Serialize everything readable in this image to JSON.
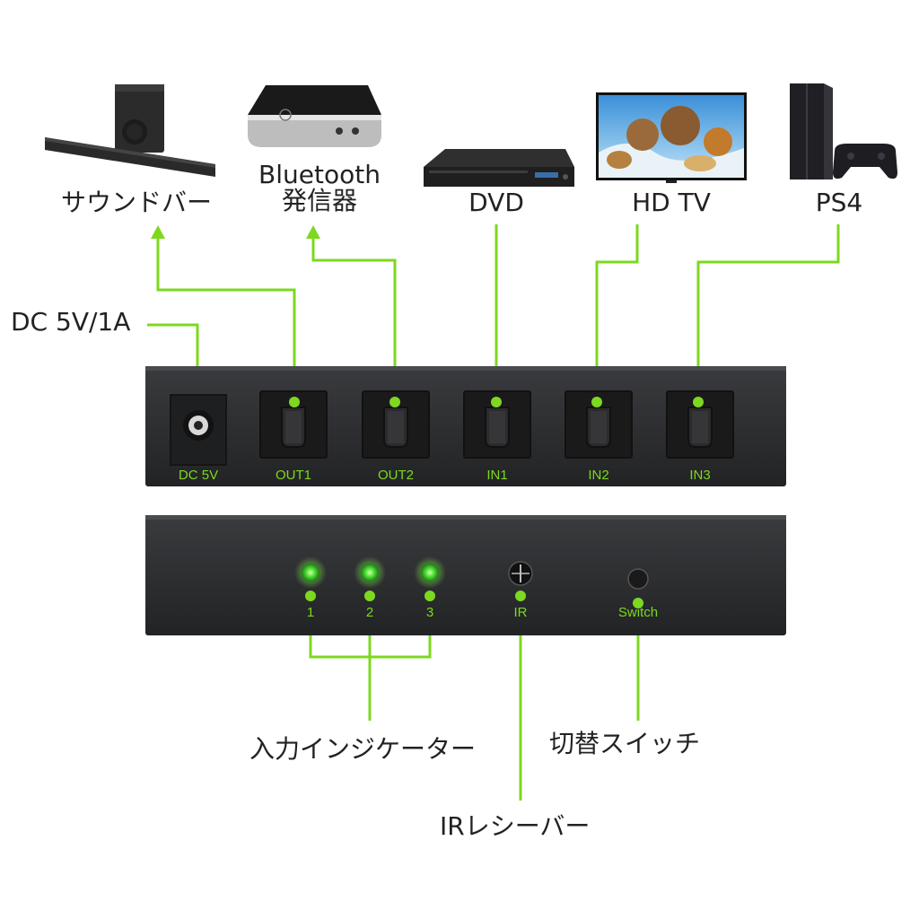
{
  "devices": {
    "soundbar": "サウンドバー",
    "bluetooth_line1": "Bluetooth",
    "bluetooth_line2": "発信器",
    "dvd": "DVD",
    "hdtv": "HD TV",
    "ps4": "PS4"
  },
  "power_label": "DC 5V/1A",
  "back_panel": {
    "ports": [
      "DC 5V",
      "OUT1",
      "OUT2",
      "IN1",
      "IN2",
      "IN3"
    ]
  },
  "front_panel": {
    "leds": [
      "1",
      "2",
      "3"
    ],
    "ir": "IR",
    "switch": "Switch"
  },
  "callouts": {
    "input_indicator": "入力インジケーター",
    "switch": "切替スイッチ",
    "ir_receiver": "IRレシーバー"
  },
  "colors": {
    "accent": "#7dd81f",
    "panel": "#2d2e30",
    "led": "#52e33a"
  }
}
